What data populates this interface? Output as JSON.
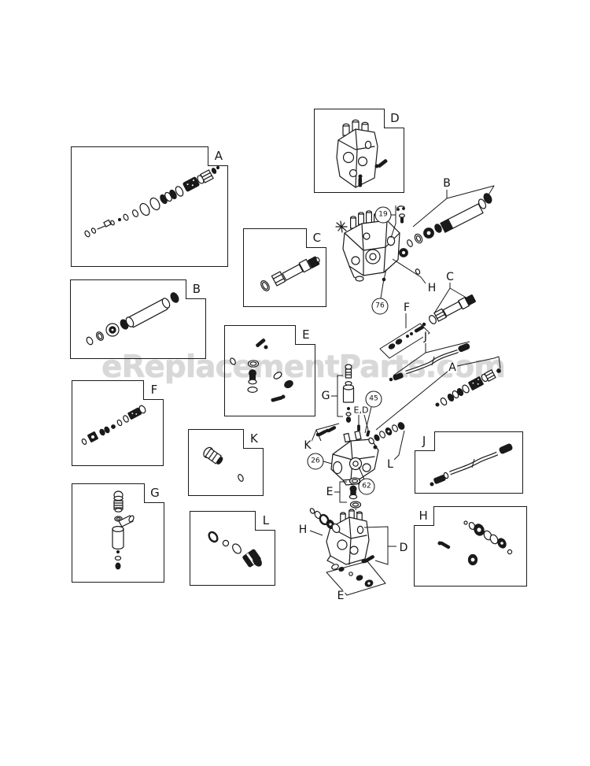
{
  "page": {
    "background": "#ffffff",
    "line_color": "#1a1a1a"
  },
  "watermark": {
    "text": "eReplacementParts.com",
    "color": "#d8d8d8"
  },
  "panels": [
    {
      "key": "a",
      "label": "A",
      "tab_corner": "top-right"
    },
    {
      "key": "b",
      "label": "B",
      "tab_corner": "top-right"
    },
    {
      "key": "c",
      "label": "C",
      "tab_corner": "top-right"
    },
    {
      "key": "d",
      "label": "D",
      "tab_corner": "top-right"
    },
    {
      "key": "e",
      "label": "E",
      "tab_corner": "top-right"
    },
    {
      "key": "f",
      "label": "F",
      "tab_corner": "top-right"
    },
    {
      "key": "g",
      "label": "G",
      "tab_corner": "top-right"
    },
    {
      "key": "h",
      "label": "H",
      "tab_corner": "top-left"
    },
    {
      "key": "j",
      "label": "J",
      "tab_corner": "top-left"
    },
    {
      "key": "k",
      "label": "K",
      "tab_corner": "top-right"
    },
    {
      "key": "l",
      "label": "L",
      "tab_corner": "top-right"
    }
  ],
  "callouts": {
    "b_upper": "B",
    "h_upper": "H",
    "c_mid": "C",
    "f_mid": "F",
    "j_mid": "J",
    "a_mid": "A",
    "g_mid": "G",
    "ed_pair": "E,D",
    "k_mid": "K",
    "l_mid": "L",
    "e_mid": "E",
    "d_lower": "D",
    "e_lower": "E",
    "h_lower": "H"
  },
  "circled_refs": [
    {
      "value": "19"
    },
    {
      "value": "76"
    },
    {
      "value": "45"
    },
    {
      "value": "26"
    },
    {
      "value": "62"
    }
  ]
}
